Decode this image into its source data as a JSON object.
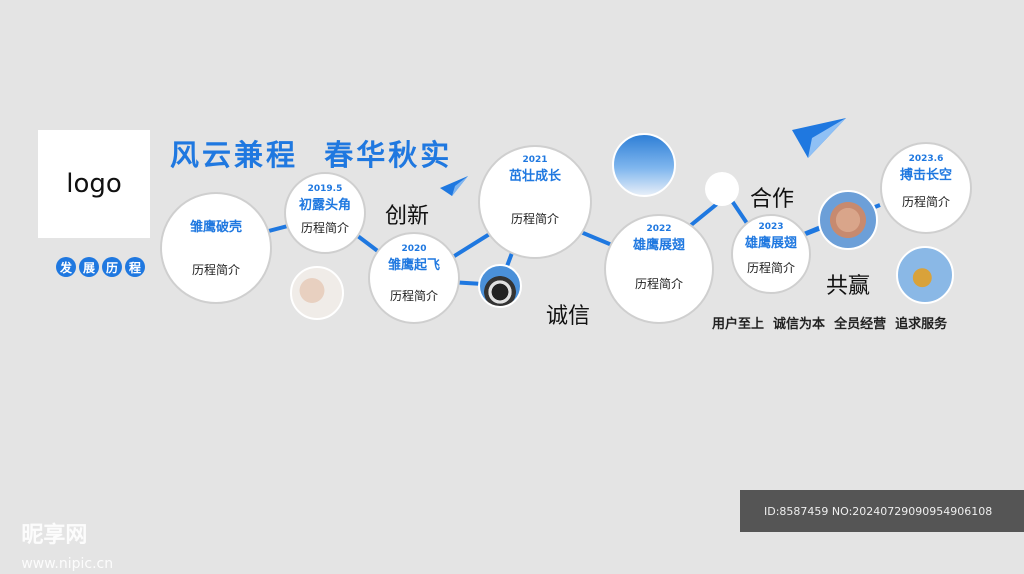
{
  "logo_text": "logo",
  "title": "风云兼程  春华秋实",
  "chips": [
    "发",
    "展",
    "历",
    "程"
  ],
  "colors": {
    "accent": "#1f78e0",
    "connector": "#1f78e0",
    "background": "#e4e4e4"
  },
  "nodes": [
    {
      "year": "",
      "title": "雏鹰破壳",
      "desc": "历程简介"
    },
    {
      "year": "2019.5",
      "title": "初露头角",
      "desc": "历程简介"
    },
    {
      "year": "2020",
      "title": "雏鹰起飞",
      "desc": "历程简介"
    },
    {
      "year": "2021",
      "title": "茁壮成长",
      "desc": "历程简介"
    },
    {
      "year": "2022",
      "title": "雄鹰展翅",
      "desc": "历程简介"
    },
    {
      "year": "2023",
      "title": "雄鹰展翅",
      "desc": "历程简介"
    },
    {
      "year": "2023.6",
      "title": "搏击长空",
      "desc": "历程简介"
    }
  ],
  "keywords": [
    "创新",
    "诚信",
    "合作",
    "共赢"
  ],
  "slogan": "用户至上  诚信为本  全员经营  追求服务",
  "watermark": {
    "brand": "昵享网",
    "url": "www.nipic.cn",
    "id_text": "ID:8587459 NO:20240729090954906108"
  },
  "icons": [
    "paper-plane-icon",
    "paper-plane-large-icon"
  ]
}
